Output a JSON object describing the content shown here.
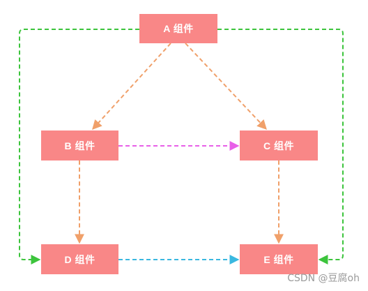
{
  "nodes": {
    "a": {
      "label": "A 组件"
    },
    "b": {
      "label": "B 组件"
    },
    "c": {
      "label": "C 组件"
    },
    "d": {
      "label": "D 组件"
    },
    "e": {
      "label": "E 组件"
    }
  },
  "colors": {
    "node_fill": "#f98787",
    "node_text": "#ffffff",
    "edge_orange": "#f0a06a",
    "edge_green": "#3cc43c",
    "edge_magenta": "#e860e8",
    "edge_cyan": "#3ab8e0"
  },
  "watermark": "CSDN @豆腐oh"
}
